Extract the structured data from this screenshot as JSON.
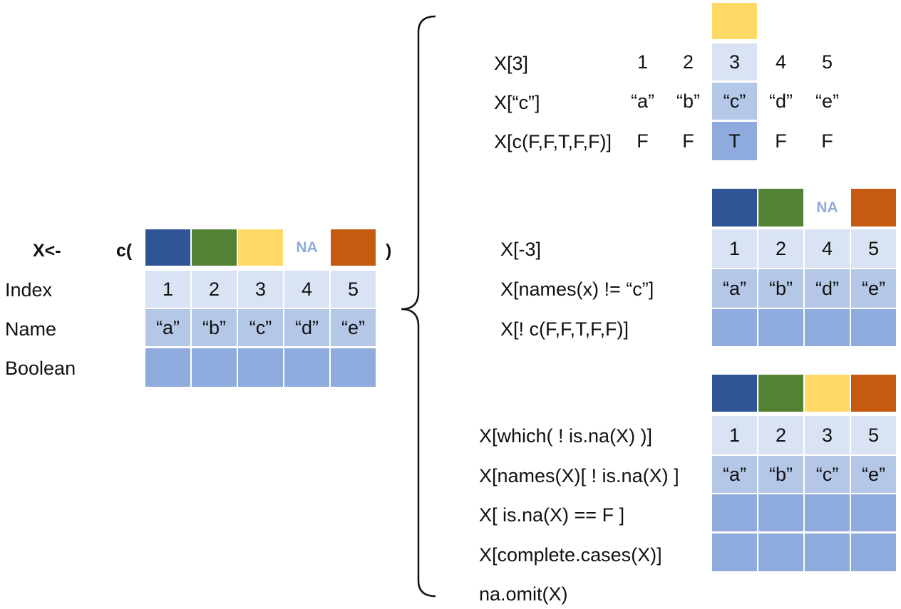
{
  "colors": {
    "blue": "#2F5597",
    "green": "#548235",
    "yellow": "#FFD966",
    "orange": "#C55A11",
    "light": "#DAE3F3",
    "mid": "#B4C7E7",
    "dark": "#8FAADC",
    "na_text": "#8FAADC"
  },
  "left": {
    "assign": "X<-",
    "c_open": "c(",
    "c_close": ")",
    "na": "NA",
    "row_labels": [
      "Index",
      "Name",
      "Boolean"
    ],
    "index": [
      "1",
      "2",
      "3",
      "4",
      "5"
    ],
    "names": [
      "“a”",
      "“b”",
      "“c”",
      "“d”",
      "“e”"
    ]
  },
  "group1": {
    "expressions": [
      "X[3]",
      "X[“c”]",
      "X[c(F,F,T,F,F)]"
    ],
    "index": [
      "1",
      "2",
      "3",
      "4",
      "5"
    ],
    "names": [
      "“a”",
      "“b”",
      "“c”",
      "“d”",
      "“e”"
    ],
    "booleans": [
      "F",
      "F",
      "T",
      "F",
      "F"
    ]
  },
  "group2": {
    "expressions": [
      "X[-3]",
      "X[names(x) != “c”]",
      "X[! c(F,F,T,F,F)]"
    ],
    "na": "NA",
    "index": [
      "1",
      "2",
      "4",
      "5"
    ],
    "names": [
      "“a”",
      "“b”",
      "“d”",
      "“e”"
    ]
  },
  "group3": {
    "expressions": [
      "X[which( ! is.na(X) )]",
      "X[names(X)[ ! is.na(X) ]",
      "X[ is.na(X) == F ]",
      "X[complete.cases(X)]",
      "na.omit(X)"
    ],
    "index": [
      "1",
      "2",
      "3",
      "5"
    ],
    "names": [
      "“a”",
      "“b”",
      "“c”",
      "“e”"
    ]
  }
}
